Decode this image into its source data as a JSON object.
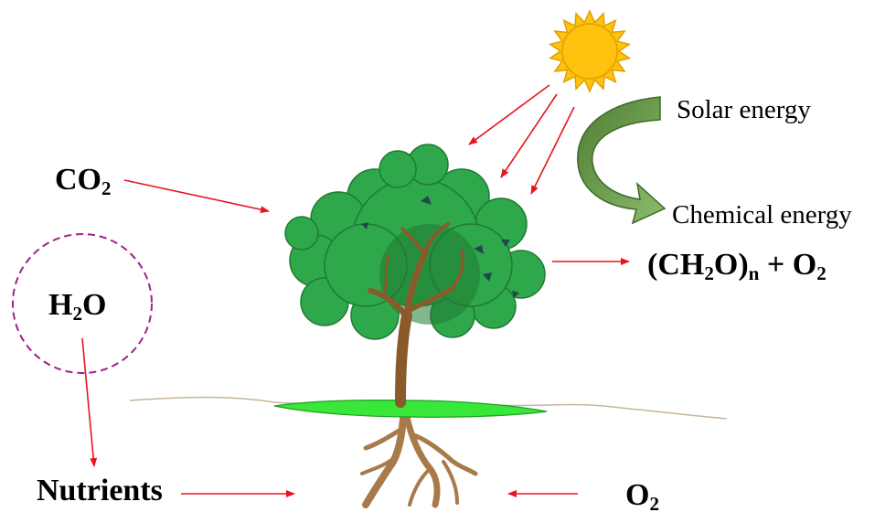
{
  "labels": {
    "solar_energy": "Solar energy",
    "chemical_energy": "Chemical energy",
    "co2": {
      "main": "CO",
      "sub": "2"
    },
    "h2o": {
      "h": "H",
      "sub": "2",
      "o": "O"
    },
    "product": {
      "open": "(CH",
      "sub1": "2",
      "mid": "O)",
      "subn": "n",
      "plus": " + O",
      "sub2": "2"
    },
    "nutrients": "Nutrients",
    "o2": {
      "main": "O",
      "sub": "2"
    }
  },
  "colors": {
    "arrow": "#e8141c",
    "sun_fill": "#ffc20e",
    "sun_stroke": "#e0a000",
    "energy_arrow": "#5f8f42",
    "h2o_circle": "#a0208a",
    "leaf": "#2ea84a",
    "leaf_dark": "#1f7a34",
    "trunk": "#8b5a2b",
    "grass": "#39e63a",
    "ground": "#c8b49a"
  }
}
